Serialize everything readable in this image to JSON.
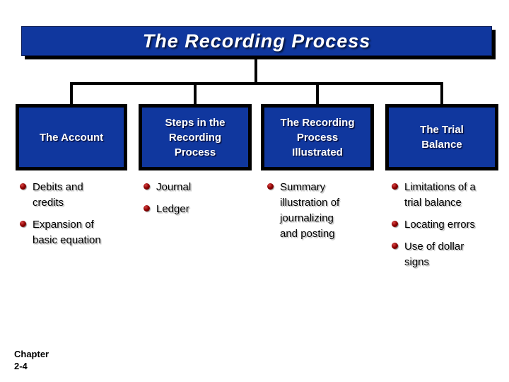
{
  "slide": {
    "title": "The Recording Process",
    "chapter_label": "Chapter",
    "chapter_number": "2-4"
  },
  "columns": [
    {
      "header": "The Account",
      "bullets": [
        "Debits and credits",
        "Expansion of basic equation"
      ]
    },
    {
      "header": "Steps in the Recording Process",
      "bullets": [
        "Journal",
        "Ledger"
      ]
    },
    {
      "header": "The Recording Process Illustrated",
      "bullets": [
        "Summary illustration of journalizing and posting"
      ]
    },
    {
      "header": "The Trial Balance",
      "bullets": [
        "Limitations of a trial balance",
        "Locating errors",
        "Use of dollar signs"
      ]
    }
  ],
  "colors": {
    "box_fill": "#10379e",
    "box_border": "#000000",
    "title_text": "#ffffff",
    "bullet_dot": "#8b0000",
    "body_text": "#000000",
    "background": "#ffffff"
  }
}
